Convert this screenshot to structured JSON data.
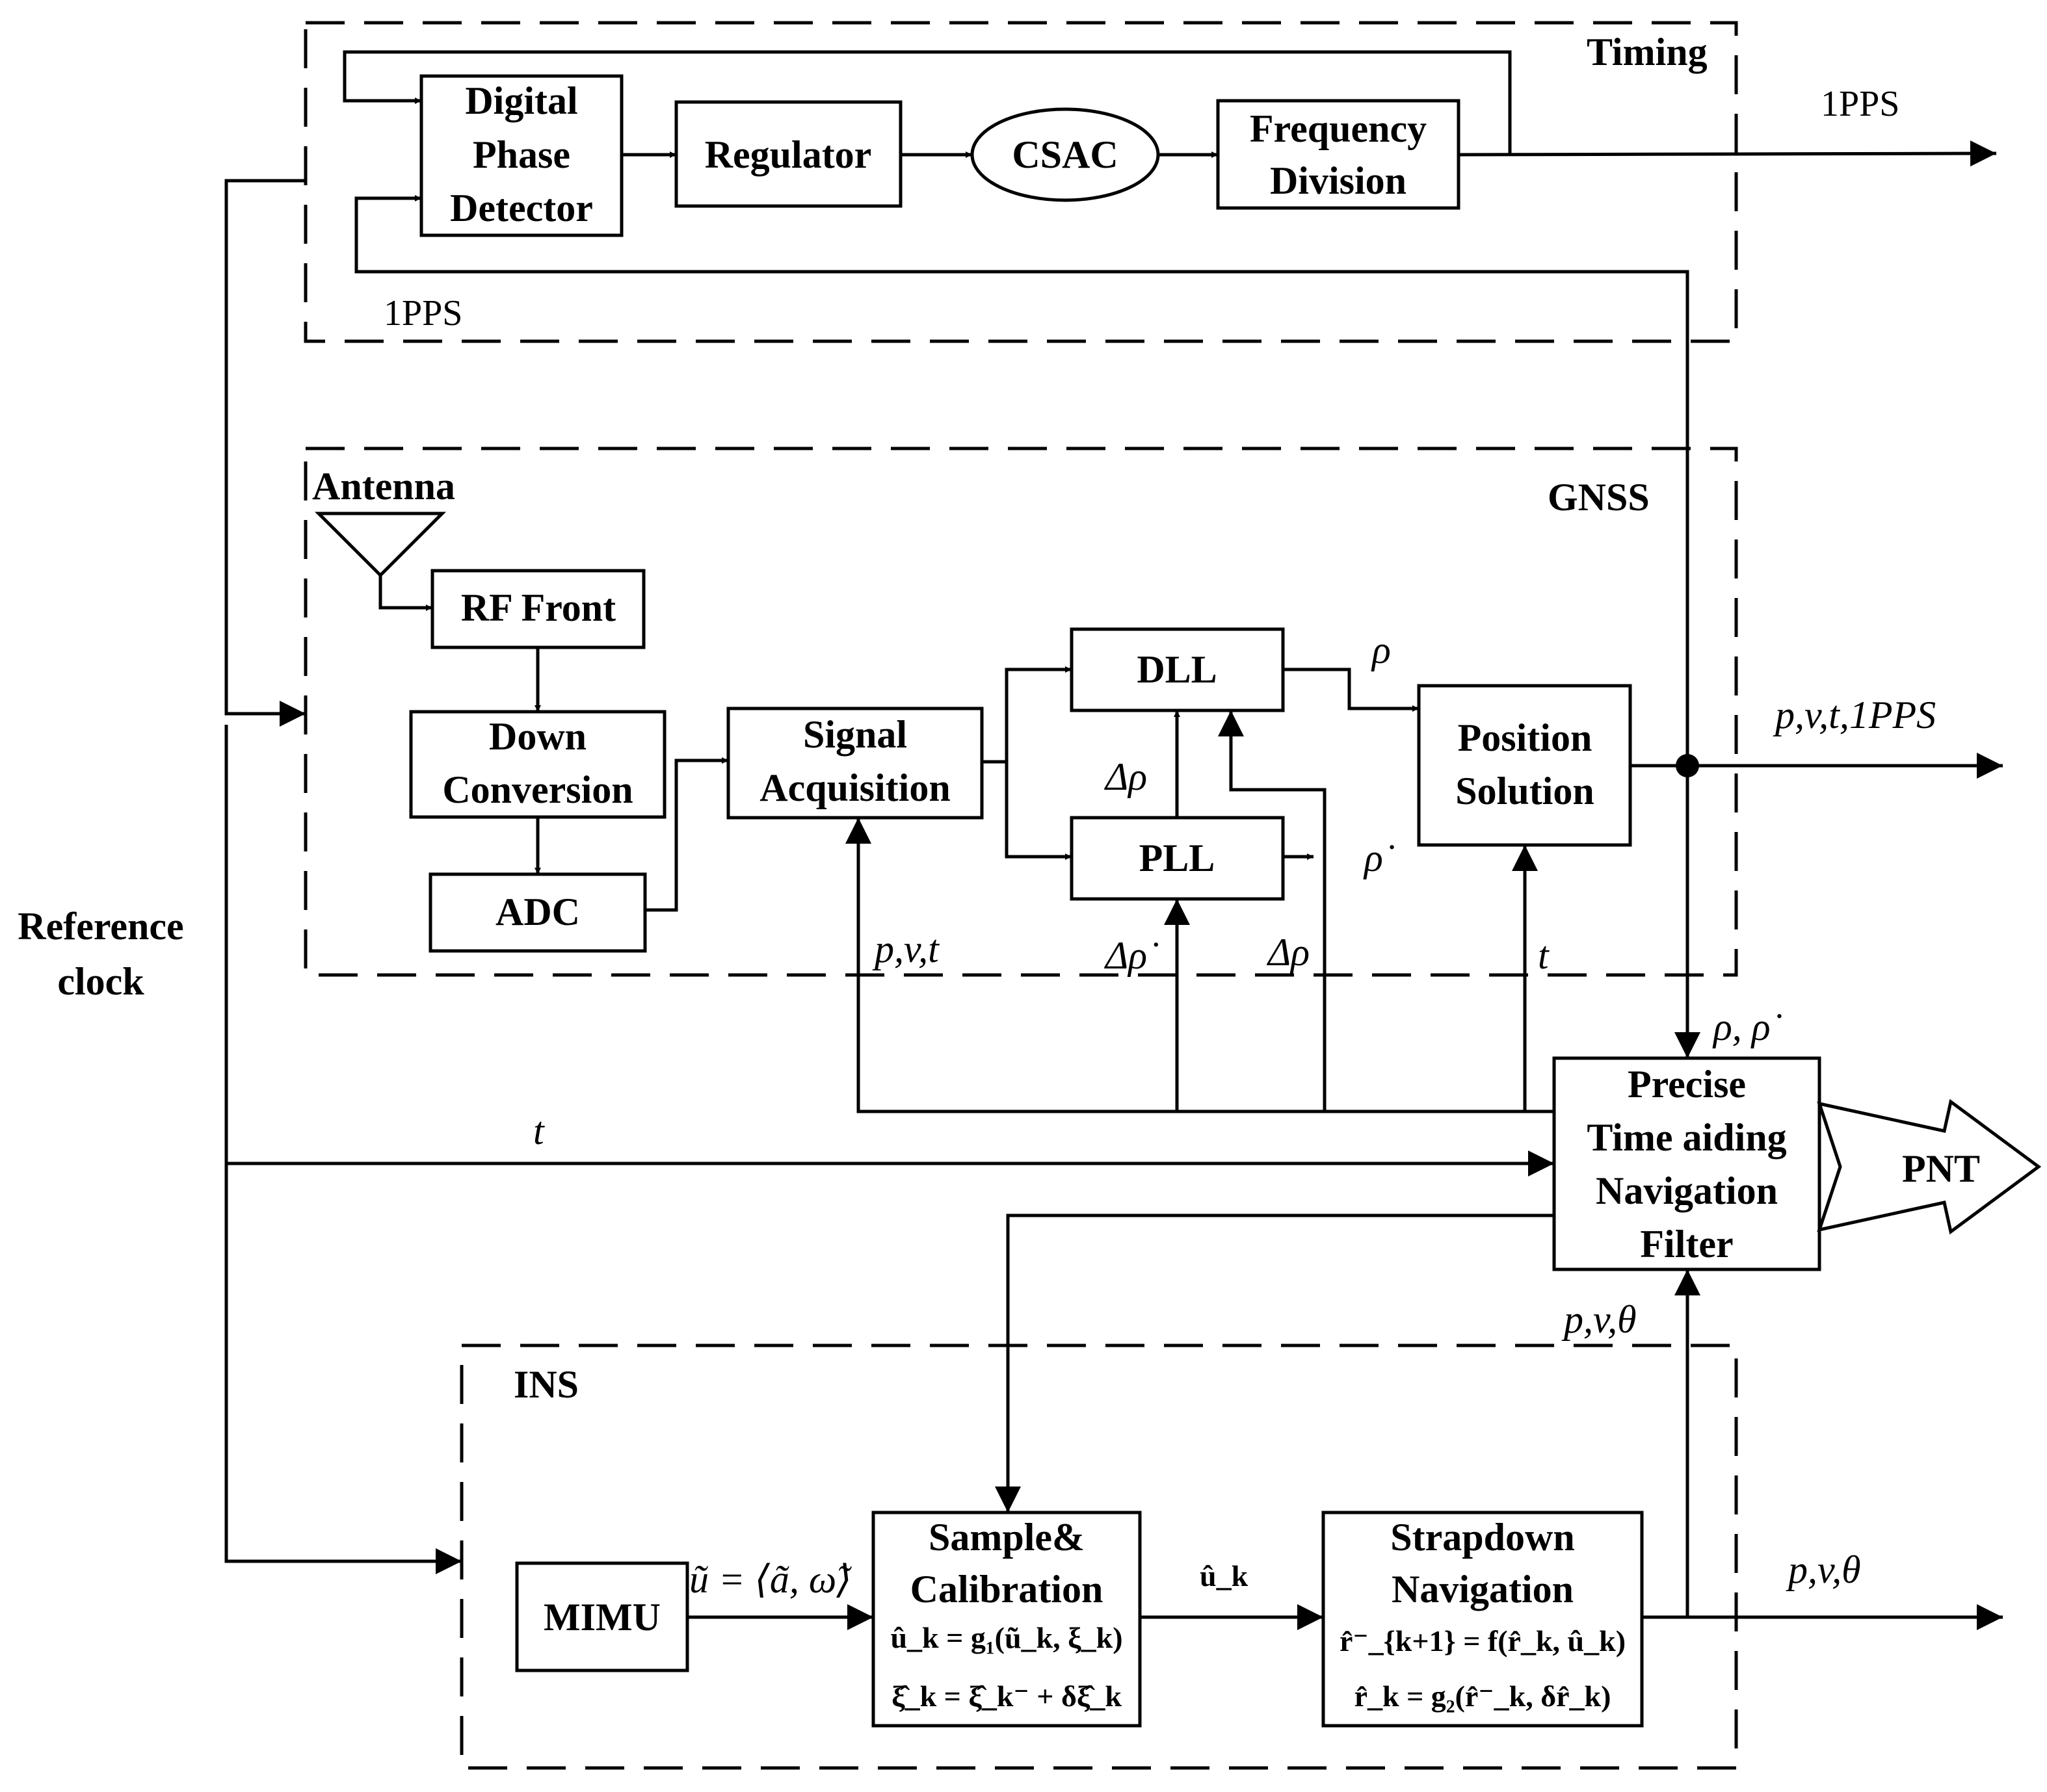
{
  "groups": {
    "timing": "Timing",
    "gnss": "GNSS",
    "ins": "INS"
  },
  "blocks": {
    "dpd": [
      "Digital",
      "Phase",
      "Detector"
    ],
    "regulator": "Regulator",
    "csac": "CSAC",
    "freq_div": [
      "Frequency",
      "Division"
    ],
    "antenna": "Antenna",
    "rf_front": "RF Front",
    "down_conv": [
      "Down",
      "Conversion"
    ],
    "adc": "ADC",
    "sig_acq": [
      "Signal",
      "Acquisition"
    ],
    "dll": "DLL",
    "pll": "PLL",
    "pos_sol": [
      "Position",
      "Solution"
    ],
    "filter": [
      "Precise",
      "Time aiding",
      "Navigation",
      "Filter"
    ],
    "pnt": "PNT",
    "mimu": "MIMU",
    "sample_cal": [
      "Sample&",
      "Calibration"
    ],
    "sample_cal_eq": [
      "û_k = g₁(ũ_k, ξ_k)",
      "ξ̂_k = ξ̂_k⁻ + δξ̂_k"
    ],
    "strapdown": [
      "Strapdown",
      "Navigation"
    ],
    "strapdown_eq": [
      "r̂⁻_{k+1} = f(r̂_k, û_k)",
      "r̂_k = g₂(r̂⁻_k, δr̂_k)"
    ]
  },
  "signals": {
    "ref_clock": [
      "Reference",
      "clock"
    ],
    "pps_out": "1PPS",
    "pps_in": "1PPS",
    "rho": "ρ",
    "rho_dot": "ρ̇",
    "delta_rho": "Δρ",
    "delta_rho_dot": "Δρ̇",
    "delta_rho_2": "Δρ",
    "pvt": "p,v,t",
    "t_pos": "t",
    "t_ref": "t",
    "pvt_pps": "p,v,t,1PPS",
    "rho_rhodot": "ρ, ρ̇",
    "pv_theta_up": "p,v,θ",
    "pv_theta_out": "p,v,θ",
    "u_tilde": "ũ = ⟨ã, ω̃⟩",
    "u_hat": "û_k"
  }
}
